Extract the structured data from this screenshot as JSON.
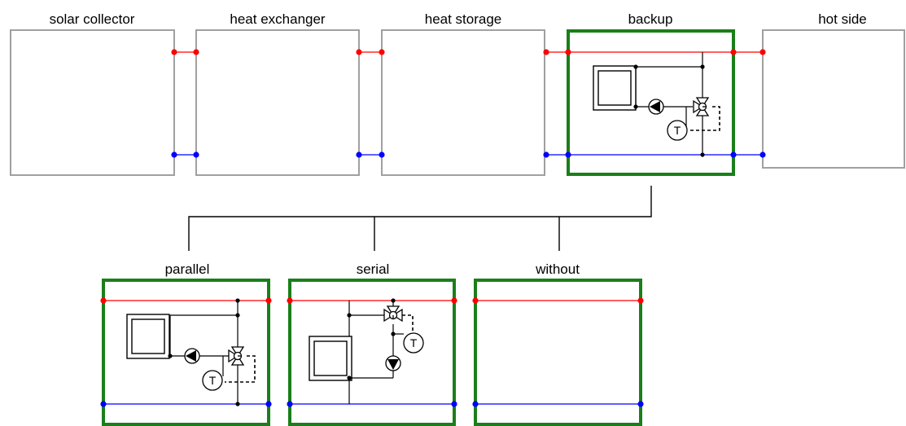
{
  "components": {
    "solar_collector": "solar collector",
    "heat_exchanger": "heat exchanger",
    "heat_storage": "heat storage",
    "backup": "backup",
    "hot_side": "hot side"
  },
  "variants": {
    "parallel": "parallel",
    "serial": "serial",
    "without": "without"
  },
  "sensor_label": "T",
  "colors": {
    "selected_border": "#1a7f1a",
    "box_border": "#a0a0a0",
    "hot_line": "#ff0000",
    "cold_line": "#0000ff"
  }
}
